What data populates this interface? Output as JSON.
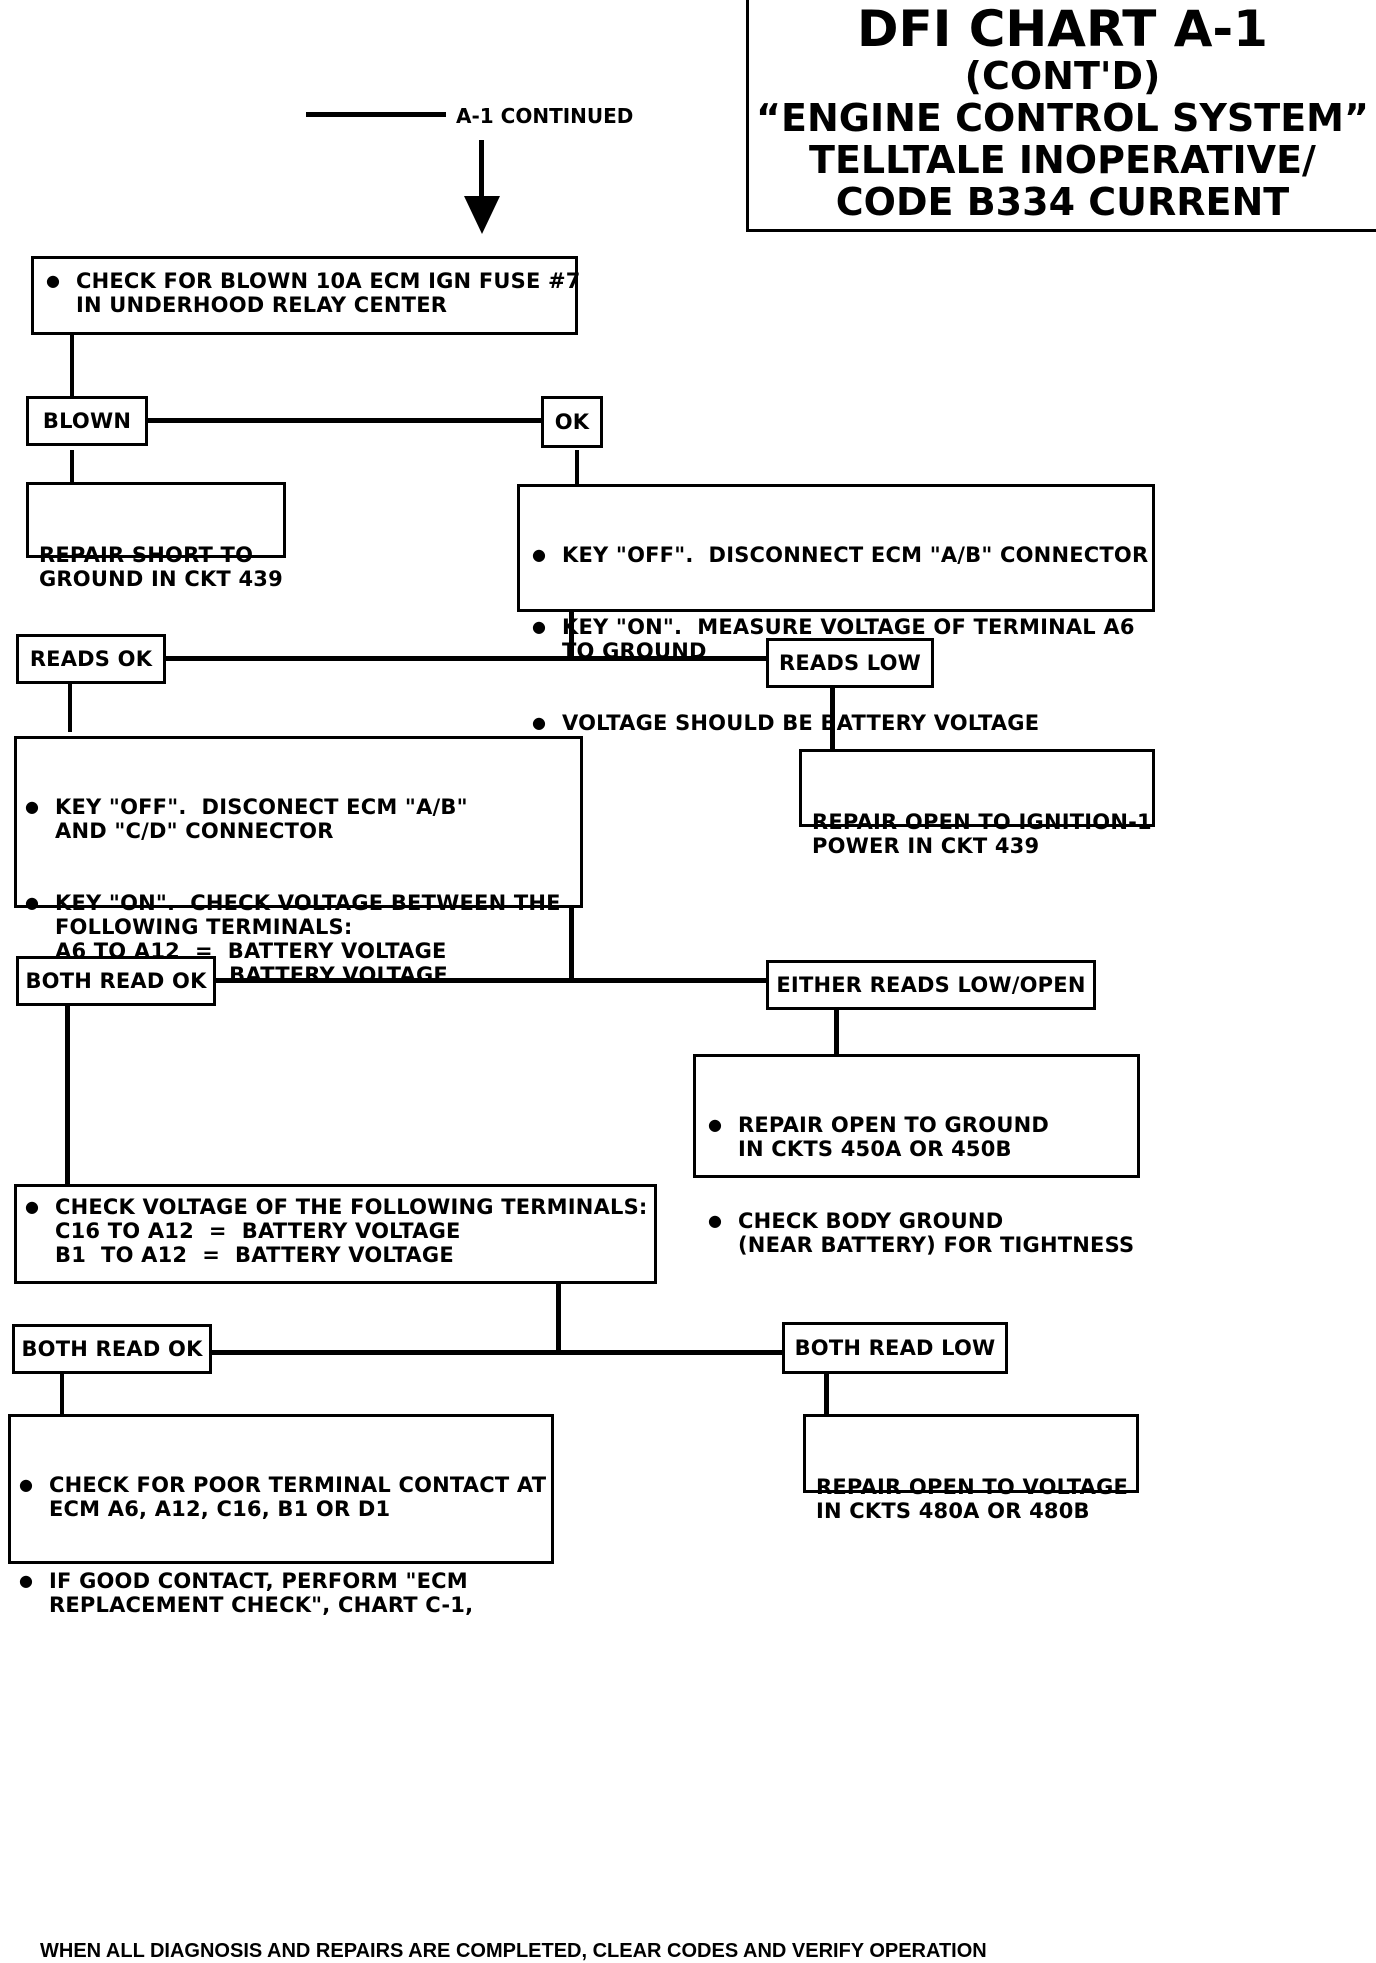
{
  "title": {
    "line1": "DFI CHART A-1",
    "line2": "(CONT'D)",
    "line3": "“ENGINE CONTROL SYSTEM”",
    "line4": "TELLTALE INOPERATIVE/",
    "line5": "CODE B334 CURRENT"
  },
  "continued_label": "A-1 CONTINUED",
  "steps": {
    "check_fuse": [
      "CHECK FOR BLOWN 10A ECM IGN FUSE #7\nIN UNDERHOOD RELAY CENTER"
    ],
    "blown": "BLOWN",
    "ok": "OK",
    "repair_short": "REPAIR SHORT TO\nGROUND IN CKT 439",
    "key_off_check": [
      "KEY \"OFF\".  DISCONNECT ECM \"A/B\" CONNECTOR",
      "KEY \"ON\".  MEASURE VOLTAGE OF TERMINAL A6\nTO GROUND",
      "VOLTAGE SHOULD BE BATTERY VOLTAGE"
    ],
    "reads_ok": "READS OK",
    "reads_low": "READS LOW",
    "repair_open_ign": "REPAIR OPEN TO IGNITION-1\nPOWER IN CKT 439",
    "disconnect_check": [
      "KEY \"OFF\".  DISCONECT ECM \"A/B\"\nAND \"C/D\" CONNECTOR",
      "KEY \"ON\".  CHECK VOLTAGE BETWEEN THE\nFOLLOWING TERMINALS:\nA6 TO A12  =  BATTERY VOLTAGE\nA6 TO D1    =  BATTERY VOLTAGE"
    ],
    "both_read_ok_1": "BOTH READ OK",
    "either_reads_low": "EITHER READS LOW/OPEN",
    "repair_open_ground": [
      "REPAIR OPEN TO GROUND\nIN CKTS 450A OR 450B",
      "CHECK BODY GROUND\n(NEAR BATTERY) FOR TIGHTNESS"
    ],
    "check_voltage": [
      "CHECK VOLTAGE OF THE FOLLOWING TERMINALS:\nC16 TO A12  =  BATTERY VOLTAGE\nB1  TO A12  =  BATTERY VOLTAGE"
    ],
    "both_read_ok_2": "BOTH READ OK",
    "both_read_low": "BOTH READ LOW",
    "check_poor_contact": [
      "CHECK FOR POOR TERMINAL CONTACT AT\nECM A6, A12, C16, B1 OR D1",
      "IF GOOD CONTACT, PERFORM \"ECM\nREPLACEMENT CHECK\", CHART C-1,"
    ],
    "repair_open_voltage": "REPAIR OPEN TO VOLTAGE\nIN CKTS 480A OR 480B"
  },
  "footer": "WHEN ALL DIAGNOSIS AND REPAIRS ARE COMPLETED, CLEAR CODES AND VERIFY OPERATION"
}
